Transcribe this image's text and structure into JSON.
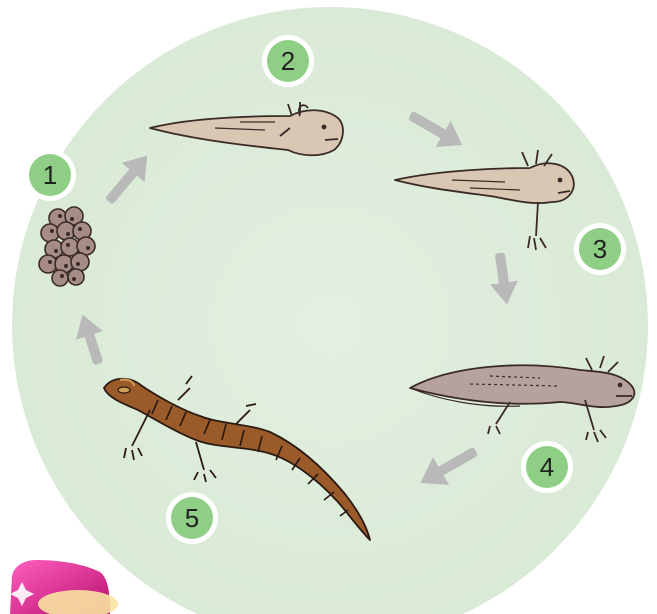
{
  "diagram": {
    "background_color": "#dfeedd",
    "arrow_color": "#b8b8b8",
    "badge_fill": "#8fcf85",
    "badge_ring": "#ffffff",
    "stages": [
      {
        "number": "1",
        "icon": "egg-cluster-icon"
      },
      {
        "number": "2",
        "icon": "larva-icon"
      },
      {
        "number": "3",
        "icon": "larva-with-legs-icon"
      },
      {
        "number": "4",
        "icon": "juvenile-icon"
      },
      {
        "number": "5",
        "icon": "adult-salamander-icon"
      }
    ]
  },
  "decor": {
    "corner_logo_color": "#d6208f"
  }
}
